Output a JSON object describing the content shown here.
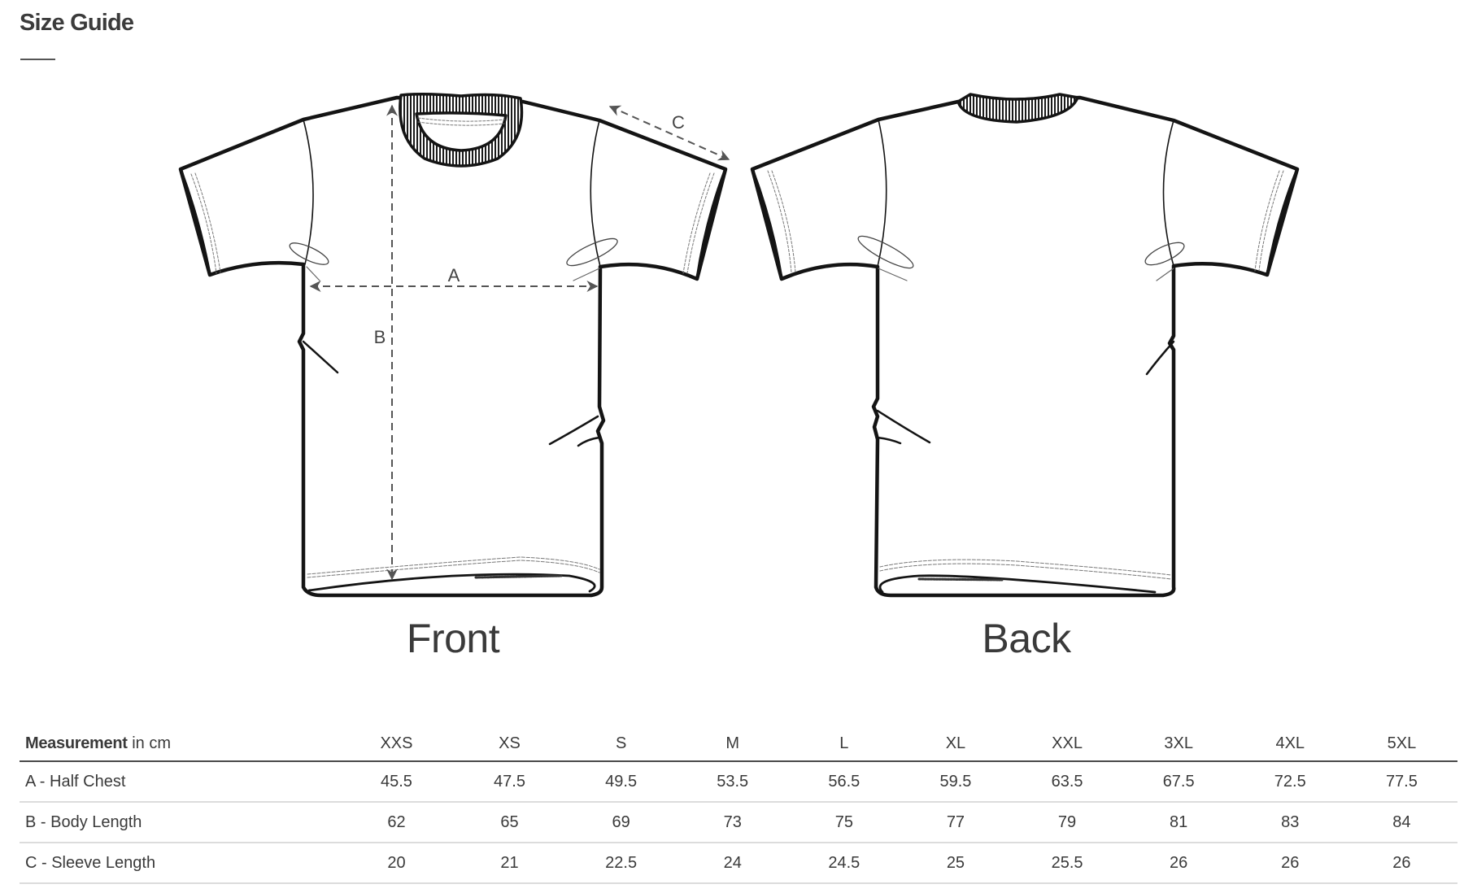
{
  "header": {
    "title": "Size Guide"
  },
  "illustration": {
    "front_label": "Front",
    "back_label": "Back",
    "markers": {
      "a": "A",
      "b": "B",
      "c": "C"
    }
  },
  "table": {
    "header_bold": "Measurement",
    "header_unit": " in cm",
    "sizes": [
      "XXS",
      "XS",
      "S",
      "M",
      "L",
      "XL",
      "XXL",
      "3XL",
      "4XL",
      "5XL"
    ],
    "rows": [
      {
        "label": "A - Half Chest",
        "values": [
          "45.5",
          "47.5",
          "49.5",
          "53.5",
          "56.5",
          "59.5",
          "63.5",
          "67.5",
          "72.5",
          "77.5"
        ]
      },
      {
        "label": "B - Body Length",
        "values": [
          "62",
          "65",
          "69",
          "73",
          "75",
          "77",
          "79",
          "81",
          "83",
          "84"
        ]
      },
      {
        "label": "C - Sleeve Length",
        "values": [
          "20",
          "21",
          "22.5",
          "24",
          "24.5",
          "25",
          "25.5",
          "26",
          "26",
          "26"
        ]
      }
    ]
  },
  "colors": {
    "text": "#3a3a3a",
    "outline": "#141414",
    "dimension": "#555555",
    "row_divider": "#dcdcdc"
  }
}
